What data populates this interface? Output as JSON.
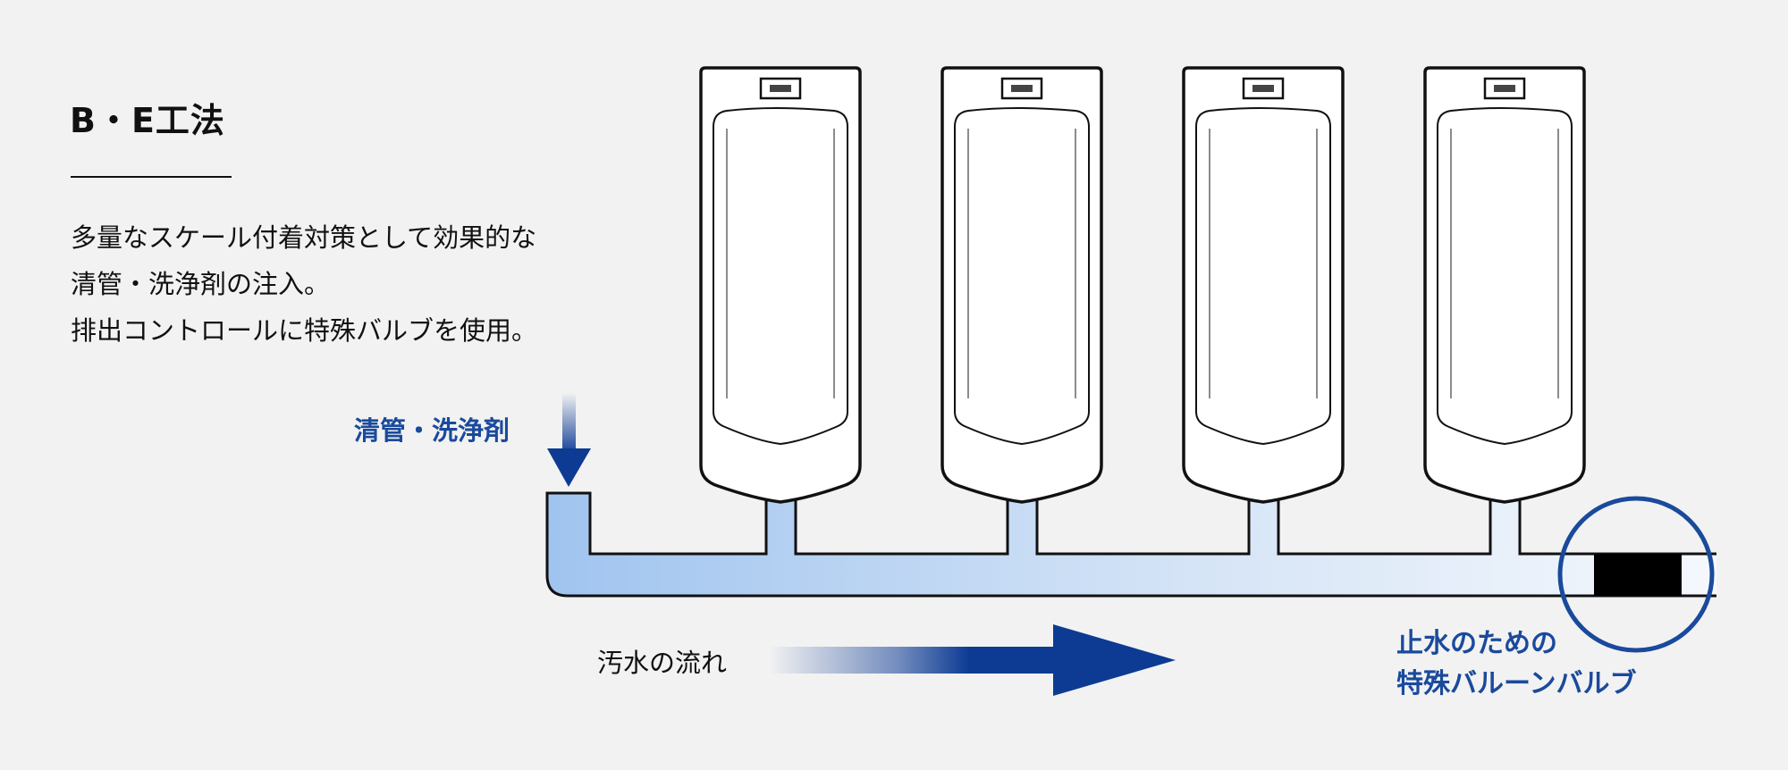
{
  "title": "B・E工法",
  "description": [
    "多量なスケール付着対策として効果的な",
    "清管・洗浄剤の注入。",
    "排出コントロールに特殊バルブを使用。"
  ],
  "diagram": {
    "inlet_label": "清管・洗浄剤",
    "flow_label": "汚水の流れ",
    "valve_label_line1": "止水のための",
    "valve_label_line2": "特殊バルーンバルブ",
    "urinal_count": 4,
    "colors": {
      "accent_blue": "#0d3b94",
      "label_blue": "#1a4a9c",
      "pipe_light": "#a0c4ef",
      "pipe_pale": "#f3f7fd",
      "valve_black": "#000000"
    }
  }
}
